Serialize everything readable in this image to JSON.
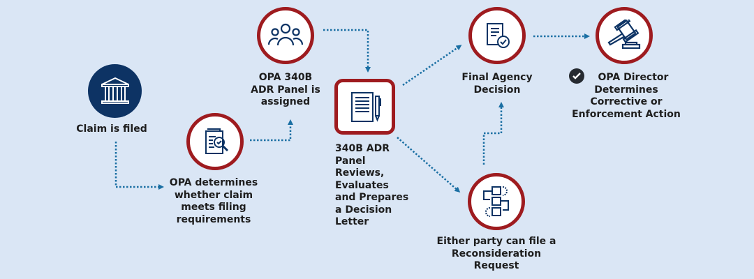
{
  "colors": {
    "background": "#dae6f5",
    "navy": "#0d3364",
    "ring": "#9e1b1f",
    "arrow": "#1a6fa3"
  },
  "steps": [
    {
      "id": "claim",
      "icon": "courthouse-icon",
      "lines": [
        "Claim is filed"
      ]
    },
    {
      "id": "opa",
      "icon": "document-search-check-icon",
      "lines": [
        "OPA determines",
        "whether claim",
        "meets filing",
        "requirements"
      ]
    },
    {
      "id": "panel",
      "icon": "group-people-icon",
      "lines": [
        "OPA 340B",
        "ADR Panel is",
        "assigned"
      ]
    },
    {
      "id": "review",
      "icon": "document-pen-icon",
      "lines": [
        "340B ADR",
        "Panel",
        "Reviews,",
        "Evaluates",
        "and Prepares",
        "a Decision",
        "Letter"
      ]
    },
    {
      "id": "final",
      "icon": "document-check-icon",
      "lines": [
        "Final Agency",
        "Decision"
      ]
    },
    {
      "id": "director",
      "icon": "gavel-icon",
      "badge": "checkmark-icon",
      "lines": [
        "OPA Director",
        "Determines",
        "Corrective or",
        "Enforcement Action"
      ]
    },
    {
      "id": "recon",
      "icon": "process-flow-gears-icon",
      "lines": [
        "Either party can file a",
        "Reconsideration",
        "Request"
      ]
    }
  ]
}
